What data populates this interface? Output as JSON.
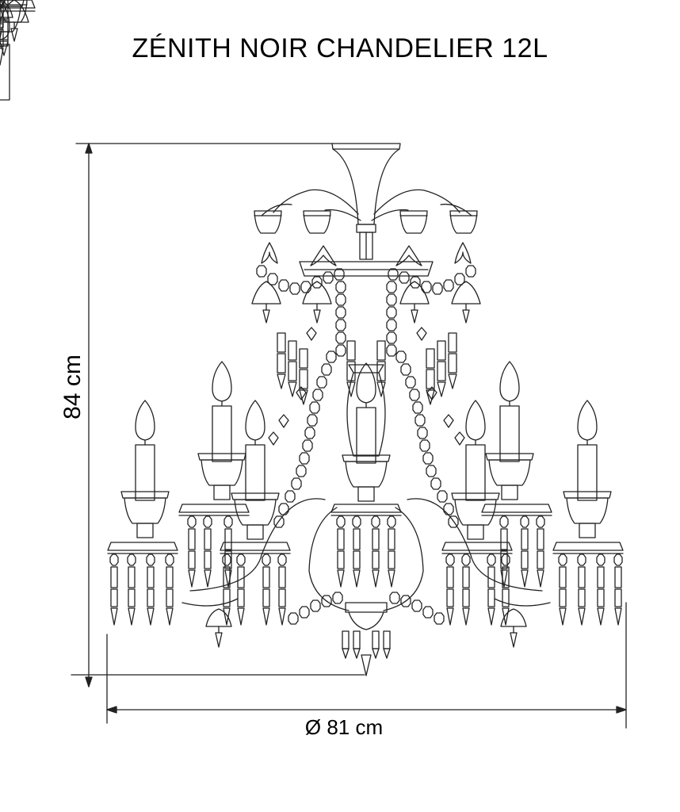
{
  "title": "ZÉNITH NOIR CHANDELIER 12L",
  "dimensions": {
    "height_label": "84 cm",
    "diameter_label": "Ø 81 cm"
  },
  "drawing": {
    "subject": "chandelier-elevation",
    "line_color": "#222222",
    "background": "#ffffff"
  }
}
